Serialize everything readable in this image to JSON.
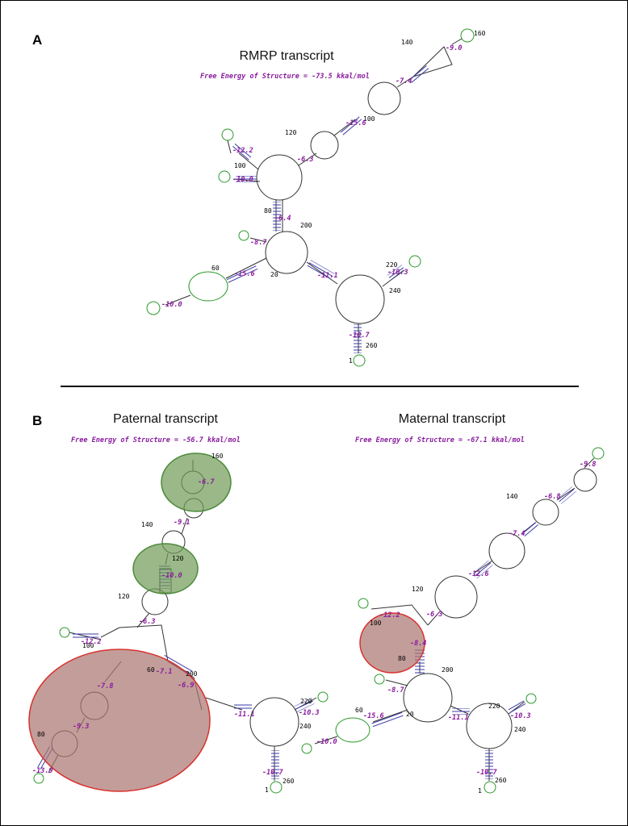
{
  "panel_a": {
    "letter": "A",
    "caption": "RMRP transcript",
    "energy": "Free Energy of Structure = -73.5 kkal/mol",
    "positions": [
      "160",
      "140",
      "120",
      "100",
      "100",
      "80",
      "200",
      "60",
      "20",
      "220",
      "240",
      "1",
      "260"
    ],
    "stem_energies": [
      "-9.0",
      "-7.4",
      "-15.6",
      "-12.2",
      "-6.3",
      "-10.0",
      "-6.4",
      "-8.7",
      "-15.6",
      "-11.1",
      "-10.3",
      "-10.7",
      "-10.0"
    ]
  },
  "panel_b_left": {
    "letter": "B",
    "caption": "Paternal transcript",
    "energy": "Free Energy of Structure = -56.7 kkal/mol",
    "positions": [
      "160",
      "140",
      "120",
      "100",
      "120",
      "60",
      "200",
      "80",
      "220",
      "240",
      "1",
      "260"
    ],
    "stem_energies": [
      "-6.7",
      "-9.1",
      "-10.0",
      "-6.3",
      "-12.2",
      "-7.1",
      "-6.9",
      "-7.8",
      "-9.3",
      "-13.9",
      "-11.1",
      "-10.3",
      "-10.7"
    ]
  },
  "panel_b_right": {
    "caption": "Maternal transcript",
    "energy": "Free Energy of Structure = -67.1 kkal/mol",
    "positions": [
      "140",
      "120",
      "100",
      "80",
      "200",
      "60",
      "20",
      "220",
      "240",
      "1",
      "260"
    ],
    "stem_energies": [
      "-9.8",
      "-6.8",
      "-7.4",
      "-12.6",
      "-12.2",
      "-6.3",
      "-8.4",
      "-8.7",
      "-15.6",
      "-11.1",
      "-10.3",
      "-10.0",
      "-10.7"
    ]
  },
  "highlight_colors": {
    "green": "#6f9a55",
    "red": "#a9746f"
  }
}
